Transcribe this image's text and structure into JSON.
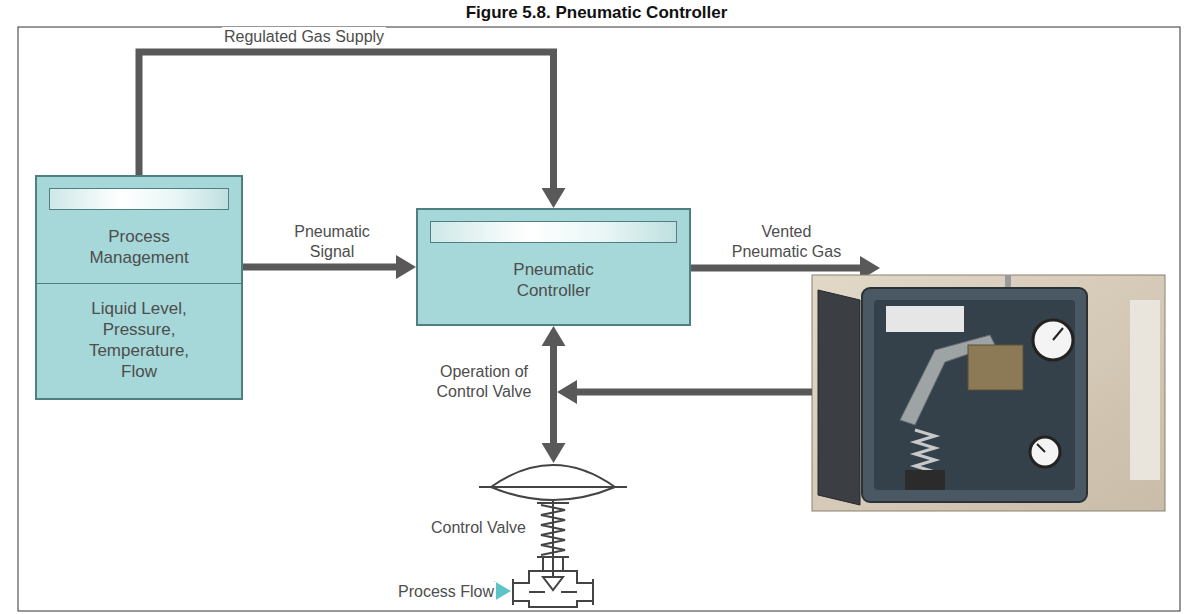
{
  "diagram": {
    "title": "Figure 5.8. Pneumatic Controller",
    "nodes": [
      {
        "text": [
          "Process Management",
          "Liquid Level, Pressure, Temperature, Flow"
        ]
      },
      {
        "text": [
          "Pneumatic Controller"
        ]
      },
      {
        "text": [
          "Control Valve"
        ]
      }
    ],
    "edges": [
      {
        "from": 0,
        "to": 1,
        "arrow": "to",
        "label": "Regulated Gas Supply"
      },
      {
        "from": 0,
        "to": 1,
        "arrow": "to",
        "label": "Pneumatic Signal"
      },
      {
        "from": 1,
        "to": 2,
        "arrow": "both",
        "label": "Operation of Control Valve"
      }
    ],
    "labels": [
      "Vented Pneumatic Gas",
      "Process Flow"
    ]
  }
}
